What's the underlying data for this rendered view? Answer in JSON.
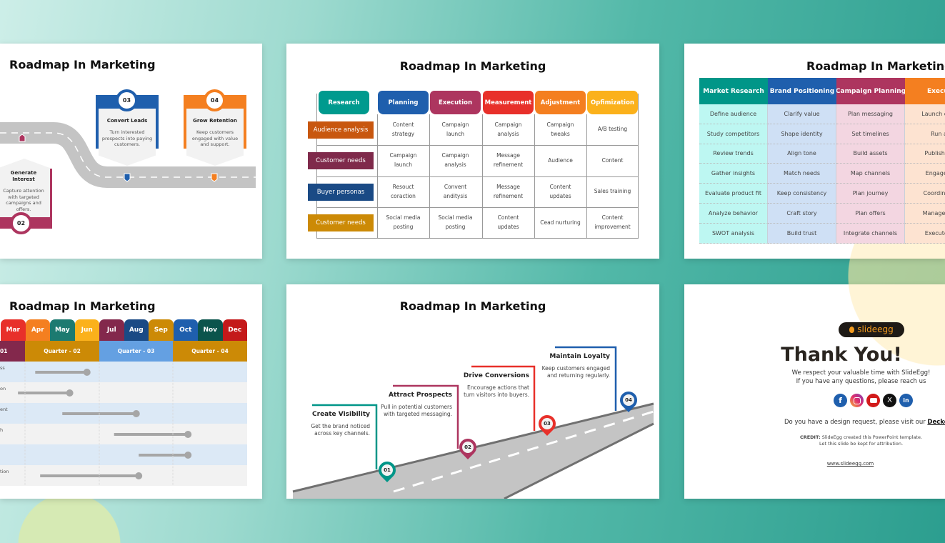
{
  "colors": {
    "teal": "#009688",
    "blue": "#1f5fad",
    "maroon": "#ad355f",
    "red": "#e8302a",
    "orange": "#f47f20",
    "yellow": "#fbb11b"
  },
  "slide1": {
    "title": "Roadmap In Marketing",
    "steps": [
      {
        "num": "02",
        "heading": "Generate Interest",
        "text": "Capture attention with targeted campaigns and offers.",
        "color": "#ad355f"
      },
      {
        "num": "03",
        "heading": "Convert Leads",
        "text": "Turn interested prospects into paying customers.",
        "color": "#1f5fad"
      },
      {
        "num": "04",
        "heading": "Grow Retention",
        "text": "Keep customers engaged with value and support.",
        "color": "#f47f20"
      }
    ]
  },
  "slide2": {
    "title": "Roadmap In Marketing",
    "columns": [
      "Research",
      "Planning",
      "Execution",
      "Measurement",
      "Adjustment",
      "Opfimization"
    ],
    "column_colors": [
      "#009a8e",
      "#1f5fad",
      "#ad355f",
      "#e8302a",
      "#f47f20",
      "#fbb11b"
    ],
    "rows": [
      {
        "label": "Audience analysis",
        "color": "#c8570f",
        "cells": [
          "Content strategy",
          "Campaign launch",
          "Campaign analysis",
          "Campaign tweaks",
          "A/B testing"
        ]
      },
      {
        "label": "Customer needs",
        "color": "#7f2a4b",
        "cells": [
          "Campaign launch",
          "Campaign analysis",
          "Message refinement",
          "Audience",
          "Content"
        ]
      },
      {
        "label": "Buyer personas",
        "color": "#1a4a85",
        "cells": [
          "Resouct coraction",
          "Convent anditysis",
          "Message refinement",
          "Content updates",
          "Sales training"
        ]
      },
      {
        "label": "Customer needs",
        "color": "#cc8a06",
        "cells": [
          "Social media posting",
          "Social media posting",
          "Content updates",
          "Cead nurturing",
          "Content improvement"
        ]
      }
    ]
  },
  "slide3": {
    "title": "Roadmap In Marketing",
    "columns": [
      {
        "header": "Market Research",
        "color": "#009688",
        "bg": "#bdf7f2",
        "items": [
          "Define audience",
          "Study competitors",
          "Review trends",
          "Gather insights",
          "Evaluate product fit",
          "Analyze behavior",
          "SWOT analysis"
        ]
      },
      {
        "header": "Brand Positioning",
        "color": "#1f5fad",
        "bg": "#cfe0f5",
        "items": [
          "Clarify value",
          "Shape identity",
          "Align tone",
          "Match needs",
          "Keep consistency",
          "Craft story",
          "Build trust"
        ]
      },
      {
        "header": "Campaign Planning",
        "color": "#ad355f",
        "bg": "#f3d6e1",
        "items": [
          "Plan messaging",
          "Set timelines",
          "Build assets",
          "Map channels",
          "Plan journey",
          "Plan offers",
          "Integrate channels"
        ]
      },
      {
        "header": "Execut",
        "color": "#f47f20",
        "bg": "#fde3d1",
        "items": [
          "Launch cam",
          "Run a",
          "Publish co",
          "Engage u",
          "Coordinate",
          "Manage wo",
          "Execute a"
        ]
      }
    ]
  },
  "slide4": {
    "title": "Roadmap In Marketing",
    "months": [
      {
        "label": "Mar",
        "color": "#e8302a"
      },
      {
        "label": "Apr",
        "color": "#f47f20"
      },
      {
        "label": "May",
        "color": "#1c7a70"
      },
      {
        "label": "Jun",
        "color": "#fbb11b"
      },
      {
        "label": "Jul",
        "color": "#83284c"
      },
      {
        "label": "Aug",
        "color": "#1a4a85"
      },
      {
        "label": "Sep",
        "color": "#cc8a06"
      },
      {
        "label": "Oct",
        "color": "#1f5fad"
      },
      {
        "label": "Nov",
        "color": "#0b544c"
      },
      {
        "label": "Dec",
        "color": "#c4191a"
      }
    ],
    "quarters": [
      {
        "label": "01",
        "color": "#83284c"
      },
      {
        "label": "Quarter - 02",
        "color": "#cc8a06"
      },
      {
        "label": "Quarter - 03",
        "color": "#64a0e2"
      },
      {
        "label": "Quarter - 04",
        "color": "#cc8a06"
      }
    ],
    "rows": [
      {
        "label": "ss",
        "start_month": 4.4,
        "end_month": 6.5
      },
      {
        "label": "on",
        "start_month": 3.7,
        "end_month": 5.8
      },
      {
        "label": "ent",
        "start_month": 5.5,
        "end_month": 8.5
      },
      {
        "label": "h",
        "start_month": 7.6,
        "end_month": 10.6
      },
      {
        "label": "",
        "start_month": 8.6,
        "end_month": 10.6
      },
      {
        "label": "tion",
        "start_month": 4.6,
        "end_month": 8.6
      }
    ]
  },
  "slide5": {
    "title": "Roadmap In Marketing",
    "steps": [
      {
        "num": "01",
        "heading": "Create Visibility",
        "text": "Get the brand noticed across key channels.",
        "color": "#009688"
      },
      {
        "num": "02",
        "heading": "Attract Prospects",
        "text": "Pull in potential customers with targeted messaging.",
        "color": "#ad355f"
      },
      {
        "num": "03",
        "heading": "Drive Conversions",
        "text": "Encourage actions that turn visitors into buyers.",
        "color": "#e8302a"
      },
      {
        "num": "04",
        "heading": "Maintain Loyalty",
        "text": "Keep customers engaged and returning regularly.",
        "color": "#1f5fad"
      }
    ]
  },
  "slide6": {
    "logo": "slideegg",
    "heading": "Thank You!",
    "line1": "We respect your valuable time with SlideEgg!",
    "line2": "If you have any questions, please reach us",
    "social": [
      "facebook",
      "instagram",
      "youtube",
      "x",
      "linkedin"
    ],
    "request_text": "Do you have a design request, please visit our",
    "request_link": "Deckez",
    "credit_label": "CREDIT:",
    "credit_text": "SlideEgg created this PowerPoint template.",
    "credit_line2": "Let this slide be kept for attribution.",
    "website": "www.slideegg.com"
  }
}
